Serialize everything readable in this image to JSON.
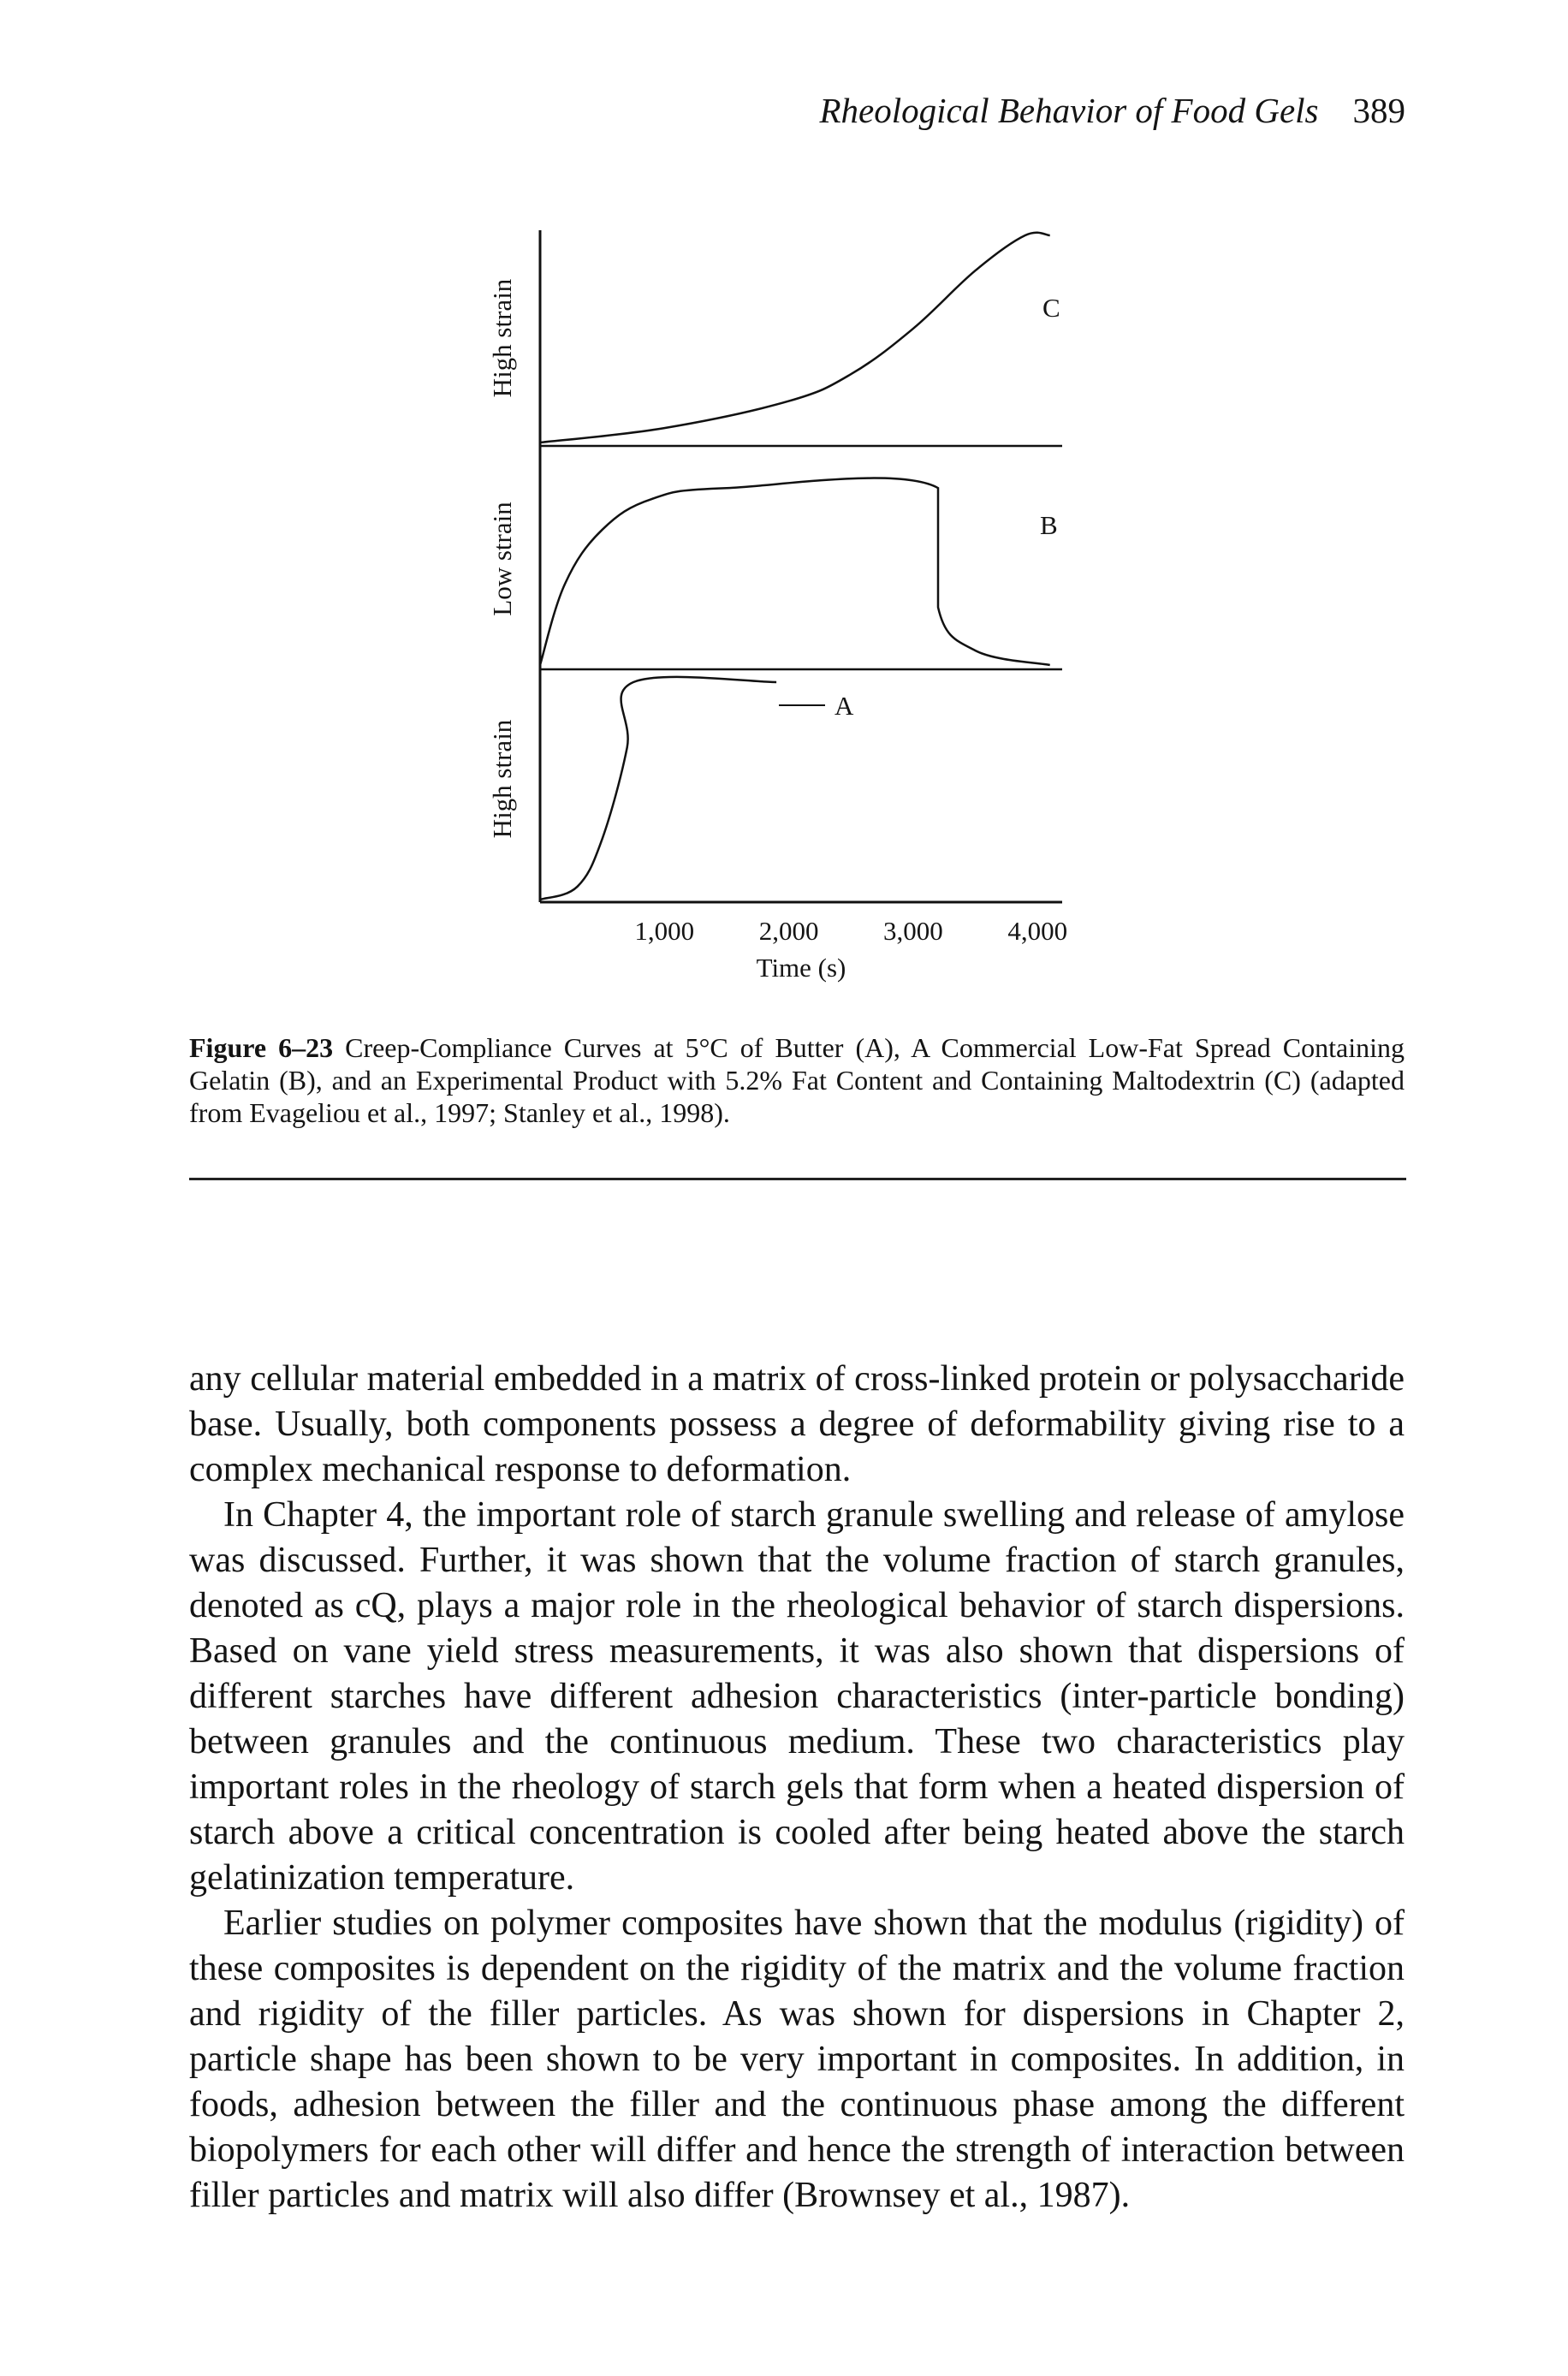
{
  "header": {
    "running_title": "Rheological Behavior of Food Gels",
    "page_number": "389"
  },
  "figure": {
    "band_labels": [
      "High strain",
      "Low strain",
      "High strain"
    ],
    "curve_labels": [
      "C",
      "B",
      "A"
    ],
    "x_ticks": [
      "1,000",
      "2,000",
      "3,000",
      "4,000"
    ],
    "x_label": "Time (s)",
    "caption_label": "Figure 6–23",
    "caption_text": "Creep-Compliance Curves at 5°C of Butter (A), A Commercial Low-Fat Spread Containing Gelatin (B), and an Experimental Product with 5.2% Fat Content and Containing Maltodextrin (C) (adapted from Evageliou et al., 1997; Stanley et al., 1998)."
  },
  "chart_data": {
    "type": "line",
    "title": "",
    "xlabel": "Time (s)",
    "ylabel": "",
    "xlim": [
      0,
      4200
    ],
    "x_ticks": [
      1000,
      2000,
      3000,
      4000
    ],
    "panels": [
      {
        "panel": "top",
        "band_label": "High strain",
        "curve": "C",
        "points": [
          [
            0,
            0.0
          ],
          [
            1000,
            0.07
          ],
          [
            2000,
            0.2
          ],
          [
            2500,
            0.33
          ],
          [
            3000,
            0.55
          ],
          [
            3500,
            0.83
          ],
          [
            3900,
            1.0
          ],
          [
            4100,
            1.0
          ]
        ]
      },
      {
        "panel": "middle",
        "band_label": "Low strain",
        "curve": "B",
        "points": [
          [
            0,
            0.0
          ],
          [
            200,
            0.45
          ],
          [
            500,
            0.75
          ],
          [
            900,
            0.92
          ],
          [
            1500,
            0.98
          ],
          [
            3200,
            0.98
          ],
          [
            3200,
            0.32
          ],
          [
            3500,
            0.08
          ],
          [
            4100,
            0.0
          ]
        ]
      },
      {
        "panel": "bottom",
        "band_label": "High strain",
        "curve": "A",
        "points": [
          [
            0,
            0.0
          ],
          [
            300,
            0.06
          ],
          [
            500,
            0.28
          ],
          [
            700,
            0.7
          ],
          [
            750,
            1.0
          ],
          [
            1900,
            1.0
          ]
        ]
      }
    ]
  },
  "body": {
    "paragraphs": [
      "any cellular material embedded in a matrix of cross-linked protein or polysaccharide base. Usually, both components possess a degree of deformability giving rise to a complex mechanical response to deformation.",
      "In Chapter 4, the important role of starch granule swelling and release of amylose was discussed. Further, it was shown that the volume fraction of starch granules, denoted as cQ, plays a major role in the rheological behavior of starch dispersions. Based on vane yield stress measurements, it was also shown that dispersions of different starches have different adhesion characteristics (inter-particle bonding) between granules and the continuous medium. These two characteristics play important roles in the rheology of starch gels that form when a heated dispersion of starch above a critical concentration is cooled after being heated above the starch gelatinization temperature.",
      "Earlier studies on polymer composites have shown that the modulus (rigidity) of these composites is dependent on the rigidity of the matrix and the volume fraction and rigidity of the filler particles. As was shown for dispersions in Chapter 2, particle shape has been shown to be very important in composites. In addition, in foods, adhesion between the filler and the continuous phase among the different biopolymers for each other will differ and hence the strength of interaction between filler particles and matrix will also differ (Brownsey et al., 1987)."
    ]
  }
}
